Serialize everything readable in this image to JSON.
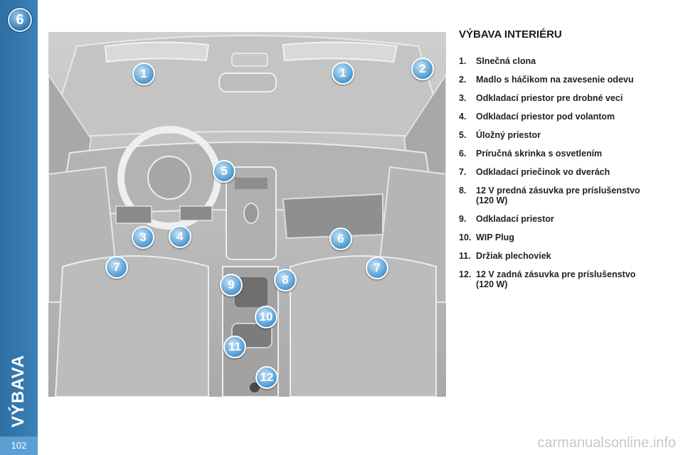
{
  "sidebar": {
    "chapter_number": "6",
    "section_title": "VÝBAVA",
    "page_number": "102"
  },
  "legend": {
    "title": "VÝBAVA INTERIÉRU",
    "items": [
      {
        "number": "1.",
        "text": "Slnečná clona"
      },
      {
        "number": "2.",
        "text": "Madlo s háčikom na zavesenie odevu"
      },
      {
        "number": "3.",
        "text": "Odkladací priestor pre drobné veci"
      },
      {
        "number": "4.",
        "text": "Odkladací priestor pod volantom"
      },
      {
        "number": "5.",
        "text": "Úložný priestor"
      },
      {
        "number": "6.",
        "text": "Príručná skrinka s osvetlením"
      },
      {
        "number": "7.",
        "text": "Odkladací priečinok vo dverách"
      },
      {
        "number": "8.",
        "text": "12 V predná zásuvka pre príslušenstvo (120 W)"
      },
      {
        "number": "9.",
        "text": "Odkladací priestor"
      },
      {
        "number": "10.",
        "text": "WIP Plug"
      },
      {
        "number": "11.",
        "text": "Držiak plechoviek"
      },
      {
        "number": "12.",
        "text": "12 V zadná zásuvka pre príslušenstvo (120 W)"
      }
    ]
  },
  "callouts": {
    "c1a": "1",
    "c1b": "1",
    "c2": "2",
    "c3": "3",
    "c4": "4",
    "c5": "5",
    "c6": "6",
    "c7a": "7",
    "c7b": "7",
    "c8": "8",
    "c9": "9",
    "c10": "10",
    "c11": "11",
    "c12": "12"
  },
  "watermark": "carmanualsonline.info"
}
